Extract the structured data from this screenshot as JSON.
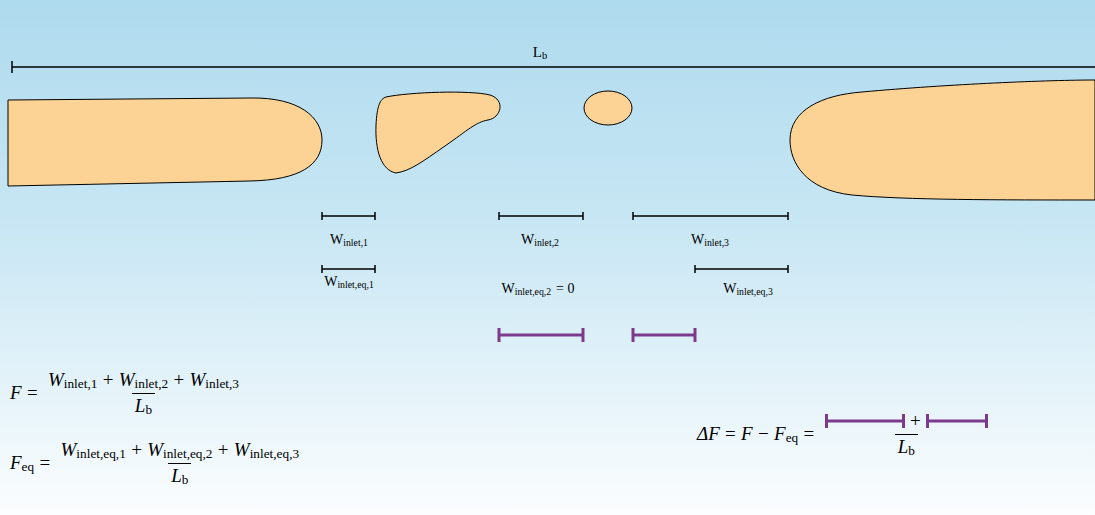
{
  "diagram": {
    "labels": [
      "L",
      "b",
      "W",
      "inlet,1",
      "W",
      "inlet,2",
      "W",
      "inlet,3",
      "W",
      "inlet,eq,1",
      "W",
      "inlet,eq,2",
      "= 0",
      "W",
      "inlet,eq,3",
      "F",
      "=",
      "W",
      "inlet,1",
      "+",
      "W",
      "inlet,2",
      "+",
      "W",
      "inlet,3",
      "L",
      "b",
      "F",
      "eq",
      "=",
      "W",
      "inlet,eq,1",
      "+",
      "W",
      "inlet,eq,2",
      "+",
      "W",
      "inlet,eq,3",
      "L",
      "b",
      "ΔF",
      "=",
      "F",
      "−",
      "F",
      "eq",
      "=",
      "+",
      "L",
      "b"
    ]
  }
}
